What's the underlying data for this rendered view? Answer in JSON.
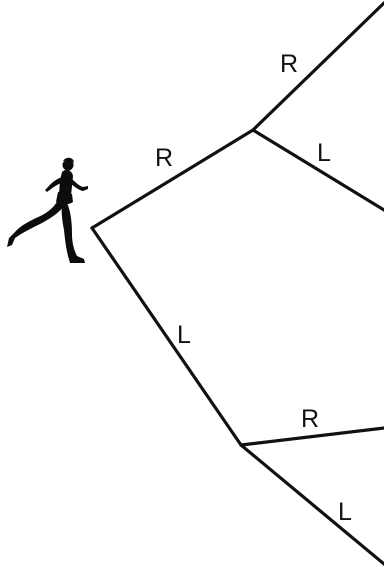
{
  "diagram": {
    "type": "binary decision tree",
    "labels": {
      "root_right": "R",
      "root_left": "L",
      "upper_right": "R",
      "upper_left": "L",
      "lower_right": "R",
      "lower_left": "L"
    },
    "start_icon": "runner-icon"
  }
}
